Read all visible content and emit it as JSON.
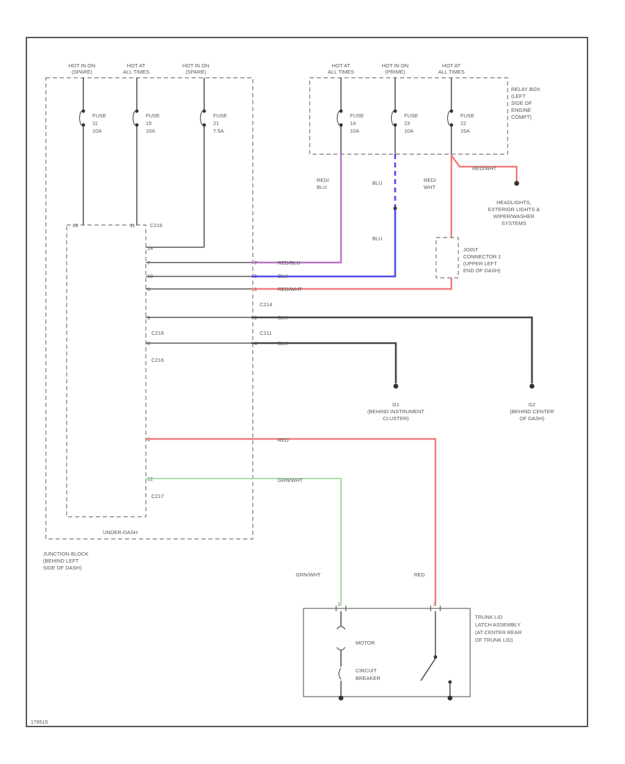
{
  "fuse_supply_labels": [
    [
      "HOT IN ON",
      "(SPARE)"
    ],
    [
      "HOT AT",
      "ALL TIMES"
    ],
    [
      "HOT IN ON",
      "(SPARE)"
    ],
    [
      "HOT AT",
      "ALL TIMES"
    ],
    [
      "HOT IN ON",
      "(PRIME)"
    ],
    [
      "HOT AT",
      "ALL TIMES"
    ]
  ],
  "fuses": [
    [
      "FUSE",
      "11",
      "10A"
    ],
    [
      "FUSE",
      "15",
      "10A"
    ],
    [
      "FUSE",
      "21",
      "7.5A"
    ],
    [
      "FUSE",
      "14",
      "10A"
    ],
    [
      "FUSE",
      "23",
      "10A"
    ],
    [
      "FUSE",
      "22",
      "15A"
    ]
  ],
  "relay_box_label": [
    "RELAY BOX",
    "(LEFT",
    "SIDE OF",
    "ENGINE",
    "COMPT)"
  ],
  "wire_colors": {
    "red_blu": [
      "RED/",
      "BLU"
    ],
    "blu": "BLU",
    "blu_lower": "BLU",
    "red_wht": [
      "RED/",
      "WHT"
    ],
    "red_wht_branch": "RED/WHT",
    "blk_a": "BLK",
    "blk_b": "BLK",
    "red": "RED",
    "grn_wht": "GRN/WHT",
    "wire_red_blu": "RED/BLU",
    "wire_blu": "BLU",
    "wire_red_wht": "RED/WHT",
    "red_vertical": "RED",
    "grn_wht_vertical": "GRN/WHT"
  },
  "headlights_label": [
    "HEADLIGHTS,",
    "EXTERIOR LIGHTS &",
    "WIPER/WASHER",
    "SYSTEMS"
  ],
  "joint_connector_label": [
    "JOINT",
    "CONNECTOR 1",
    "(UPPER LEFT",
    "END OF DASH)"
  ],
  "connectors": {
    "c216_top": "C216",
    "c214": "C214",
    "c218": "C218",
    "c211": "C211",
    "c216_mid": "C216",
    "c217": "C217"
  },
  "pin_labels": [
    "13",
    "11",
    "14",
    "7",
    "10",
    "6",
    "7",
    "5",
    "1",
    "9",
    "2",
    "8",
    "4",
    "3",
    "12",
    "1",
    "2"
  ],
  "ground_g1": [
    "G1",
    "(BEHIND INSTRUMENT",
    "CLUSTER)"
  ],
  "ground_g2": [
    "G2",
    "(BEHIND CENTER",
    "OF DASH)"
  ],
  "under_dash_label": "UNDER-DASH",
  "junction_block_label": [
    "JUNCTION BLOCK",
    "(BEHIND LEFT",
    "SIDE OF DASH)"
  ],
  "trunk_lid_label": [
    "TRUNK LID",
    "LATCH ASSEMBLY",
    "(AT CENTER REAR",
    "OF TRUNK LID)"
  ],
  "motor_label": "MOTOR",
  "circuit_breaker_label": [
    "CIRCUIT",
    "BREAKER"
  ],
  "footer_code": "179515"
}
